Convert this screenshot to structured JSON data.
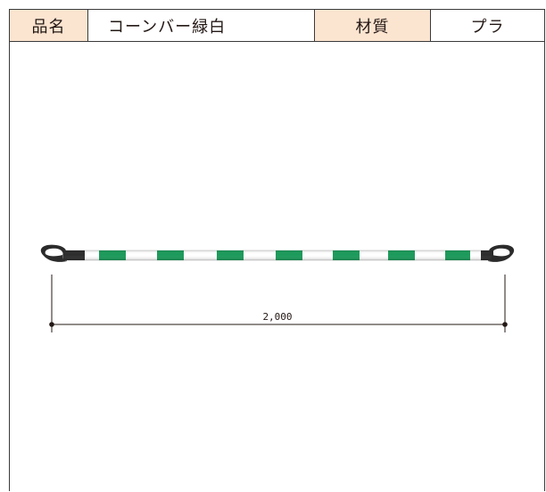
{
  "header": {
    "name_label": "品名",
    "name_value": "コーンバー緑白",
    "material_label": "材質",
    "material_value": "プラ"
  },
  "drawing": {
    "dimension_label": "2,000",
    "colors": {
      "label_bg": "#fbe4d0",
      "stripe_green": "#1a9a5a",
      "stripe_white": "#ffffff",
      "end_cap": "#2b2b2b"
    }
  }
}
